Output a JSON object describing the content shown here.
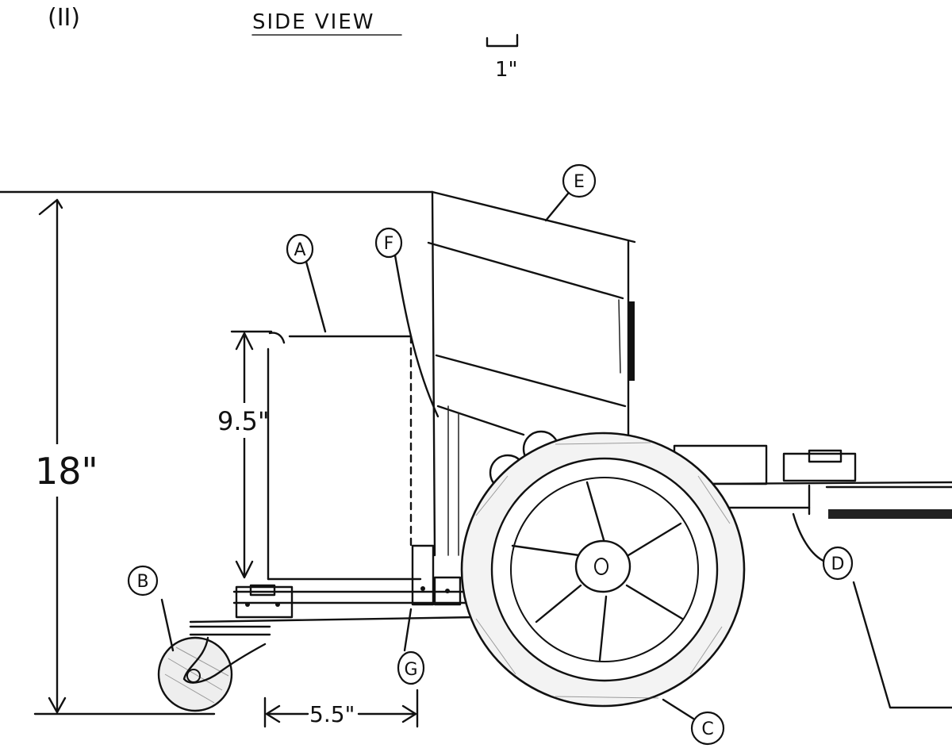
{
  "header": {
    "section_number": "(II)",
    "view_title": "SIDE VIEW",
    "scale_label": "1\""
  },
  "dimensions": {
    "overall_height": "18\"",
    "bin_height": "9.5\"",
    "base_length": "5.5\""
  },
  "callouts": [
    "A",
    "B",
    "C",
    "D",
    "E",
    "F",
    "G"
  ]
}
